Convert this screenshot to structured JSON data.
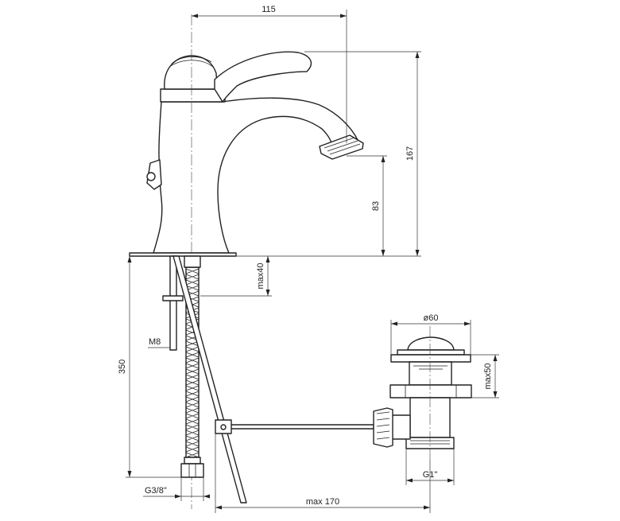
{
  "dimensions": {
    "width_top": "115",
    "height_total": "167",
    "height_spout": "83",
    "max40": "max40",
    "m8": "M8",
    "hose_350": "350",
    "g38": "G3/8\"",
    "max170": "max 170",
    "diam60": "ø60",
    "max50": "max50",
    "g1": "G1\""
  }
}
